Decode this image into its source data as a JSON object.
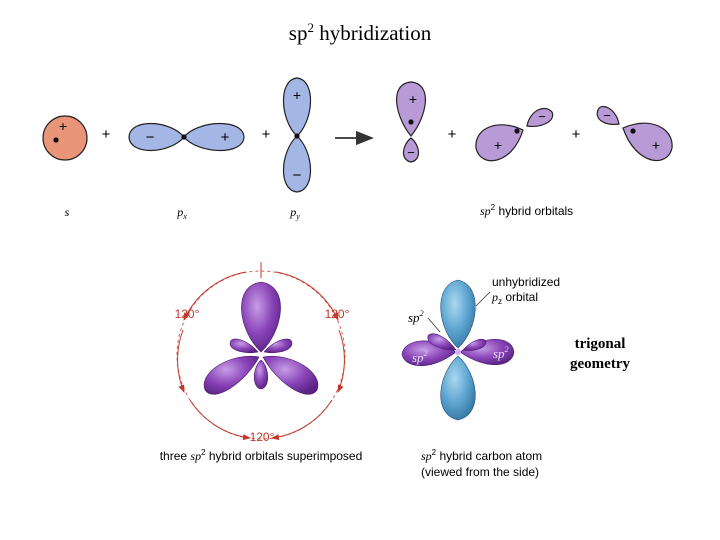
{
  "title": {
    "base": "sp",
    "sup": "2",
    "rest": " hybridization"
  },
  "top_row": {
    "signs": {
      "plus": "+",
      "minus": "−"
    },
    "labels": {
      "s": "s",
      "px": "p",
      "px_sub": "x",
      "py": "p",
      "py_sub": "y",
      "hybrid": "sp",
      "hybrid_sup": "2",
      "hybrid_rest": " hybrid orbitals"
    }
  },
  "bottom_left": {
    "angle_top_left": "120°",
    "angle_top_right": "120°",
    "angle_bottom": "120°",
    "caption_pre": "three ",
    "caption_sp": "sp",
    "caption_sup": "2",
    "caption_post": " hybrid orbitals superimposed"
  },
  "bottom_right": {
    "unhybridized_line1": "unhybridized",
    "unhybridized_p": "p",
    "unhybridized_sub": "z",
    "unhybridized_post": " orbital",
    "sp": "sp",
    "sup": "2",
    "caption_line1_sp": "sp",
    "caption_line1_sup": "2",
    "caption_line1_post": " hybrid carbon atom",
    "caption_line2": "(viewed from the side)"
  },
  "side_note": {
    "line1": "trigonal",
    "line2": "geometry"
  },
  "colors": {
    "s_orbital": "#e8957a",
    "p_orbital": "#a4b6e6",
    "hybrid": "#b79ad6",
    "purple_3d": "#7a3ea8",
    "blue_3d": "#5a9fcc",
    "angle_label": "#c0392b"
  }
}
